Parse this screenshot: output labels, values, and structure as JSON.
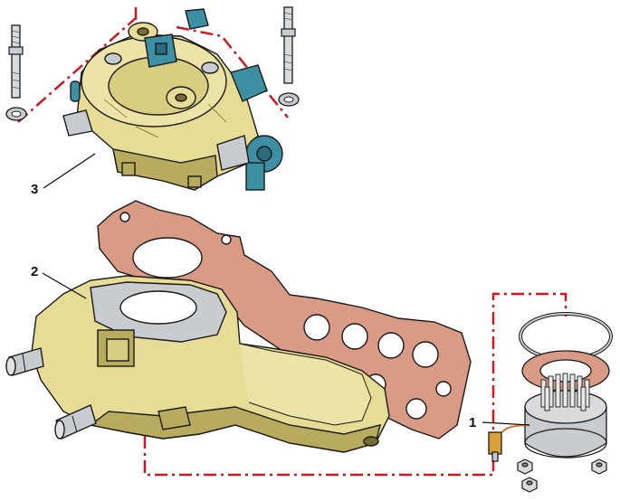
{
  "callouts": [
    {
      "id": "1",
      "label": "1"
    },
    {
      "id": "2",
      "label": "2"
    },
    {
      "id": "3",
      "label": "3"
    }
  ],
  "colors": {
    "casting": "#e6dc96",
    "casting_dark": "#b9ab5e",
    "gasket": "#d99a86",
    "gasket_dark": "#8a4b3a",
    "metal": "#c8ccd0",
    "connector": "#3d8fa3",
    "dashline": "#d0161e",
    "outline": "#1a1a1a"
  },
  "parts": {
    "carburetor": "carburetor",
    "intake_manifold": "intake-manifold",
    "manifold_gasket": "manifold-gasket",
    "heater_element": "heater-element"
  }
}
